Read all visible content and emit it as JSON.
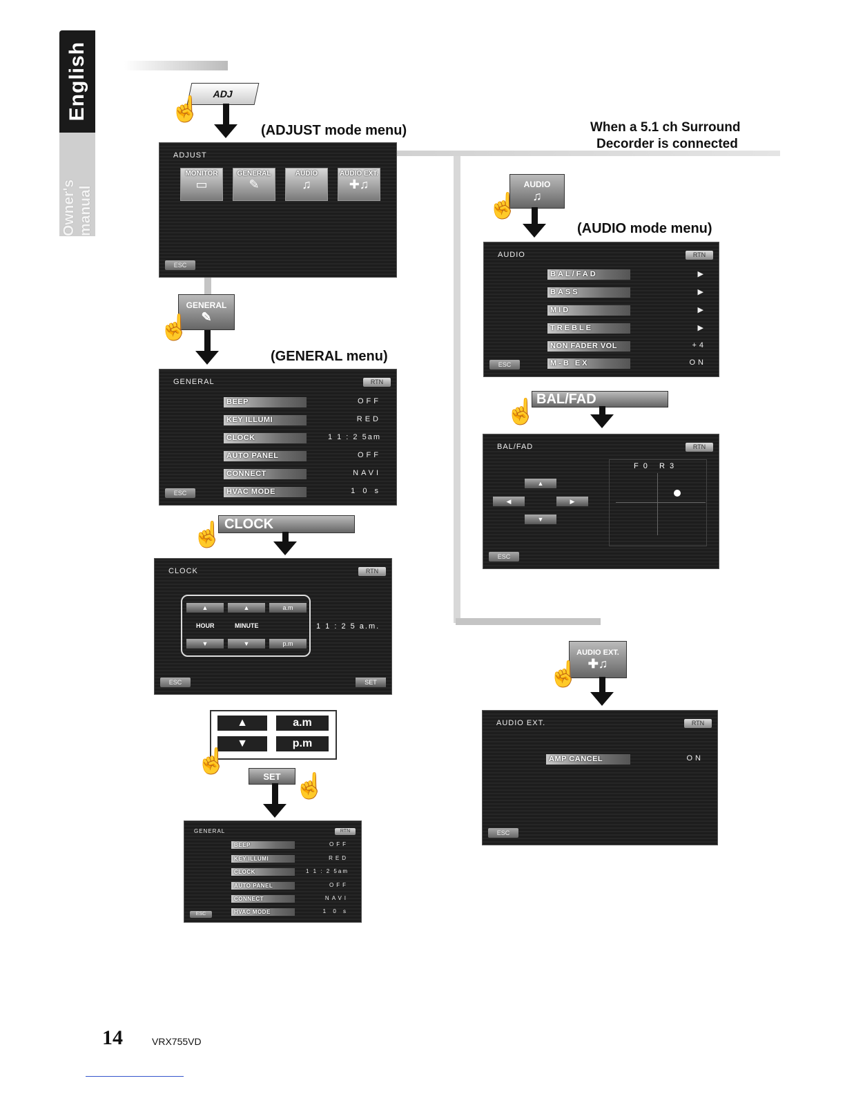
{
  "side_tab": {
    "language": "English",
    "section": "Owner's manual"
  },
  "headings": {
    "adjust_menu": "(ADJUST mode menu)",
    "general_menu": "(GENERAL menu)",
    "audio_menu": "(AUDIO mode menu)",
    "surround_note_line1": "When a 5.1 ch Surround",
    "surround_note_line2": "Decorder is connected"
  },
  "callouts": {
    "adj": "ADJ",
    "general": "GENERAL",
    "clock": "CLOCK",
    "audio": "AUDIO",
    "bal_fad": "BAL/FAD",
    "audio_ext": "AUDIO EXT.",
    "set": "SET"
  },
  "adjust_screen": {
    "title": "ADJUST",
    "tiles": [
      "MONITOR",
      "GENERAL",
      "AUDIO",
      "AUDIO EXT."
    ],
    "esc": "ESC"
  },
  "general_screen": {
    "title": "GENERAL",
    "rtn": "RTN",
    "esc": "ESC",
    "items": [
      {
        "label": "BEEP",
        "value": "OFF"
      },
      {
        "label": "KEY ILLUMI",
        "value": "RED"
      },
      {
        "label": "CLOCK",
        "value": "1 1 : 2 5am"
      },
      {
        "label": "AUTO PANEL",
        "value": "OFF"
      },
      {
        "label": "CONNECT",
        "value": "NAVI"
      },
      {
        "label": "HVAC MODE",
        "value": "1 0 s"
      }
    ]
  },
  "clock_screen": {
    "title": "CLOCK",
    "rtn": "RTN",
    "esc": "ESC",
    "set": "SET",
    "hour": "HOUR",
    "minute": "MINUTE",
    "am": "a.m",
    "pm": "p.m",
    "time": "1 1 : 2 5 a.m."
  },
  "zoom_panel": {
    "am": "a.m",
    "pm": "p.m"
  },
  "general_result_screen": {
    "title": "GENERAL",
    "rtn": "RTN",
    "esc": "ESC",
    "items": [
      {
        "label": "BEEP",
        "value": "OFF"
      },
      {
        "label": "KEY ILLUMI",
        "value": "RED"
      },
      {
        "label": "CLOCK",
        "value": "1 1 : 2 5am"
      },
      {
        "label": "AUTO PANEL",
        "value": "OFF"
      },
      {
        "label": "CONNECT",
        "value": "NAVI"
      },
      {
        "label": "HVAC MODE",
        "value": "1 0 s"
      }
    ]
  },
  "audio_screen": {
    "title": "AUDIO",
    "rtn": "RTN",
    "esc": "ESC",
    "items": [
      {
        "label": "BAL/FAD",
        "value": "▶"
      },
      {
        "label": "BASS",
        "value": "▶"
      },
      {
        "label": "MID",
        "value": "▶"
      },
      {
        "label": "TREBLE",
        "value": "▶"
      },
      {
        "label": "NON FADER VOL",
        "value": "+4"
      },
      {
        "label": "M-B EX",
        "value": "ON"
      }
    ]
  },
  "bal_fad_screen": {
    "title": "BAL/FAD",
    "rtn": "RTN",
    "esc": "ESC",
    "readout": "F 0   R 3"
  },
  "audio_ext_screen": {
    "title": "AUDIO EXT.",
    "rtn": "RTN",
    "esc": "ESC",
    "item_label": "AMP CANCEL",
    "item_value": "ON"
  },
  "footer": {
    "page_number": "14",
    "model": "VRX755VD"
  }
}
